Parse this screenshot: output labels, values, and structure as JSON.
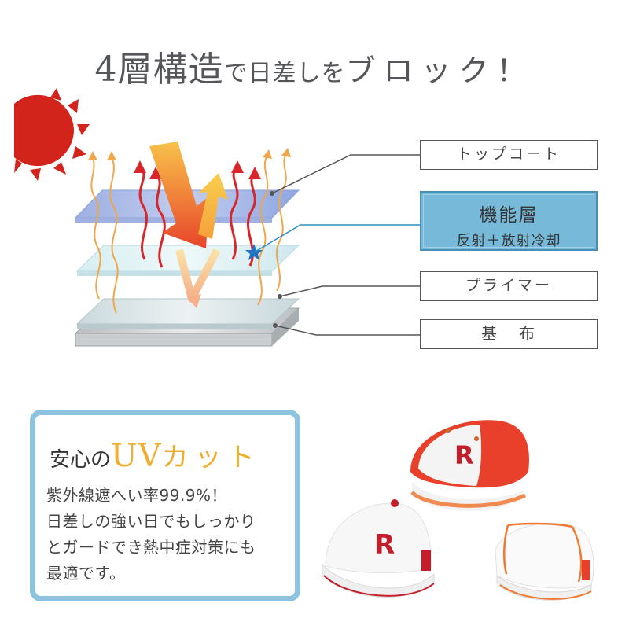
{
  "headline": {
    "part1": "4層構造",
    "part2": "で日差しを",
    "part3": "ブロック！"
  },
  "layers": {
    "topcoat": "トップコート",
    "functional_title": "機能層",
    "functional_sub": "反射＋放射冷却",
    "primer": "プライマー",
    "base_1": "基",
    "base_2": "布"
  },
  "uv_card": {
    "title_pre": "安心の",
    "title_uv": "UV",
    "title_kata": "カット",
    "lines": [
      "紫外線遮へい率99.9%！",
      "日差しの強い日でもしっかり",
      "とガードでき熱中症対策にも",
      "最適です。"
    ]
  },
  "caps": {
    "letter": "R"
  },
  "colors": {
    "sun": "#d2241b",
    "accent_orange": "#f0ad2e",
    "box_blue": "#76b9d9",
    "card_border": "#8ec3e0",
    "cap_red": "#e8402a",
    "text_gray": "#55565a"
  },
  "icons": {
    "sun": "sun-icon",
    "star": "star-icon"
  }
}
